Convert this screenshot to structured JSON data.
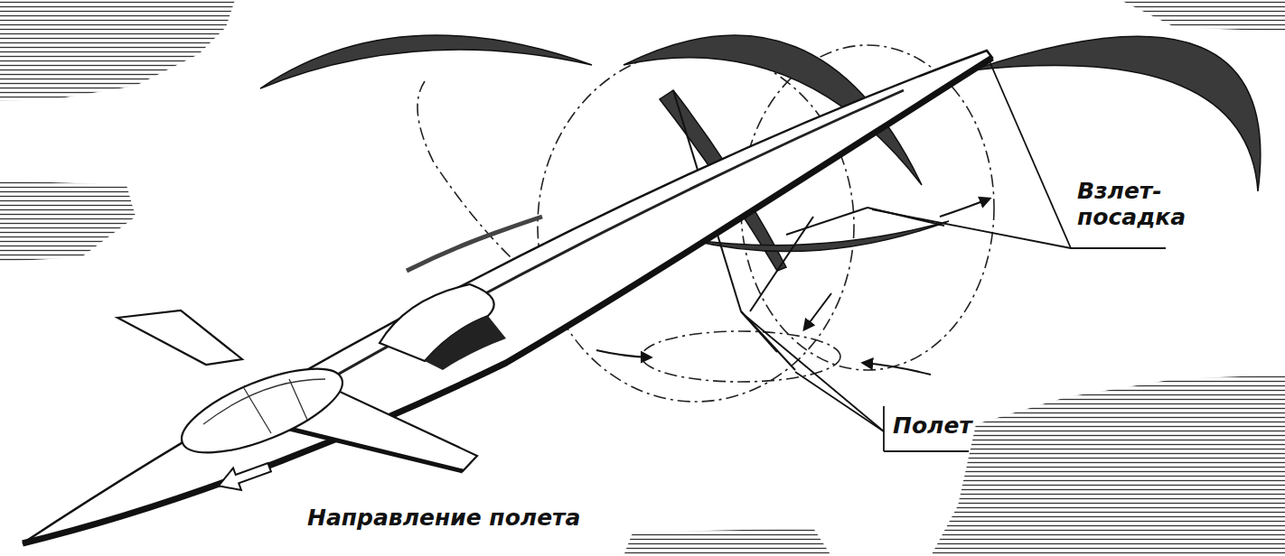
{
  "diagram": {
    "labels": [
      "Взлет-посадка",
      "Полет",
      "Направление полета"
    ]
  }
}
